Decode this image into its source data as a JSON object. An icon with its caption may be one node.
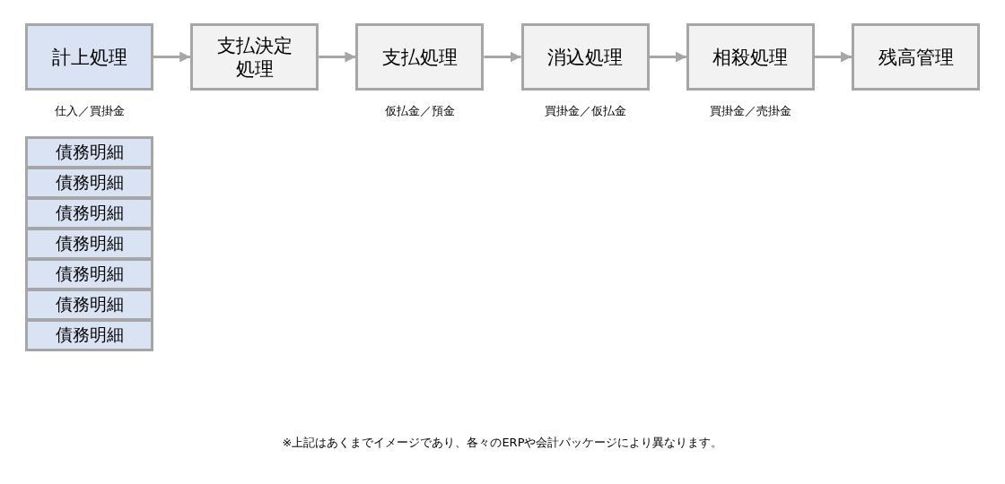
{
  "diagram": {
    "nodes": [
      {
        "text": [
          "計上処理"
        ],
        "beside": [
          "仕入／買掛金"
        ]
      },
      {
        "text": [
          "支払決定処理"
        ]
      },
      {
        "text": [
          "支払処理"
        ],
        "beside": [
          "仮払金／預金"
        ]
      },
      {
        "text": [
          "消込処理"
        ],
        "beside": [
          "買掛金／仮払金"
        ]
      },
      {
        "text": [
          "相殺処理"
        ],
        "beside": [
          "買掛金／売掛金"
        ]
      },
      {
        "text": [
          "残高管理"
        ]
      },
      {
        "text": [
          "債務明細"
        ]
      },
      {
        "text": [
          "債務明細"
        ]
      },
      {
        "text": [
          "債務明細"
        ]
      },
      {
        "text": [
          "債務明細"
        ]
      },
      {
        "text": [
          "債務明細"
        ]
      },
      {
        "text": [
          "債務明細"
        ]
      },
      {
        "text": [
          "債務明細"
        ]
      }
    ],
    "edges": [
      {
        "from": 0,
        "to": 1,
        "arrow": "to"
      },
      {
        "from": 1,
        "to": 2,
        "arrow": "to"
      },
      {
        "from": 2,
        "to": 3,
        "arrow": "to"
      },
      {
        "from": 3,
        "to": 4,
        "arrow": "to"
      },
      {
        "from": 4,
        "to": 5,
        "arrow": "to"
      }
    ],
    "labels": [
      "※上記はあくまでイメージであり、各々のERPや会計パッケージにより異なります。"
    ]
  }
}
